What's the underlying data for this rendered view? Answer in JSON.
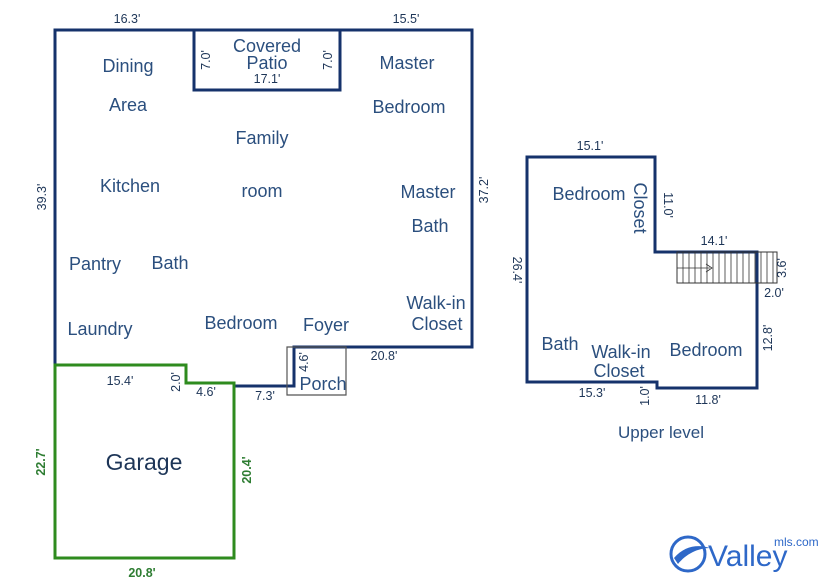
{
  "main_floor": {
    "rooms": {
      "dining": "Dining",
      "area": "Area",
      "covered": "Covered",
      "patio": "Patio",
      "master1": "Master",
      "bedroom_m": "Bedroom",
      "family": "Family",
      "room": "room",
      "kitchen": "Kitchen",
      "master2": "Master",
      "bath_m": "Bath",
      "pantry": "Pantry",
      "bath": "Bath",
      "laundry": "Laundry",
      "bedroom": "Bedroom",
      "foyer": "Foyer",
      "walkin": "Walk-in",
      "closet": "Closet",
      "porch": "Porch",
      "garage": "Garage"
    },
    "dims": {
      "top_left": "16.3'",
      "top_right": "15.5'",
      "patio_left": "7.0'",
      "patio_right": "7.0'",
      "patio_width": "17.1'",
      "left": "39.3'",
      "right": "37.2'",
      "bottom_right": "20.8'",
      "foyer_jog": "4.6'",
      "step_2": "2.0'",
      "step_46": "4.6'",
      "bottom_mid": "7.3'",
      "garage_top": "15.4'",
      "garage_left": "22.7'",
      "garage_right": "20.4'",
      "garage_bottom": "20.8'"
    }
  },
  "upper_floor": {
    "label": "Upper level",
    "rooms": {
      "bedroom1": "Bedroom",
      "closet_v": "Closet",
      "bath": "Bath",
      "walkin": "Walk-in",
      "closet": "Closet",
      "bedroom2": "Bedroom"
    },
    "dims": {
      "top": "15.1'",
      "closet_len": "11.0'",
      "stair_width": "14.1'",
      "stair_depth": "3.6'",
      "jog": "2.0'",
      "left": "26.4'",
      "right": "12.8'",
      "bottom_left": "15.3'",
      "step_1": "1.0'",
      "bottom_right": "11.8'"
    }
  },
  "logo": {
    "word": "Valley",
    "suffix": "mls.com"
  }
}
